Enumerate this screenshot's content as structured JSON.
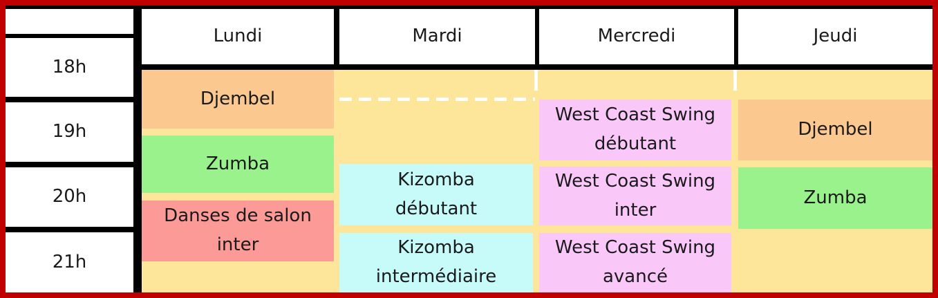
{
  "days": [
    "Lundi",
    "Mardi",
    "Mercredi",
    "Jeudi"
  ],
  "hours": [
    "18h",
    "19h",
    "20h",
    "21h"
  ],
  "classes": {
    "lundi_1": "Djembel",
    "lundi_2": "Zumba",
    "lundi_3": "Danses de salon inter",
    "mardi_1": "Kizomba débutant",
    "mardi_2": "Kizomba intermédiaire",
    "mercredi_1": "West Coast Swing débutant",
    "mercredi_2": "West Coast Swing inter",
    "mercredi_3": "West Coast Swing avancé",
    "jeudi_1": "Djembel",
    "jeudi_2": "Zumba"
  },
  "colors": {
    "border": "#c00000",
    "background_zone": "#fde59a",
    "djembel": "#fbc890",
    "zumba": "#99f28c",
    "danses_salon": "#fb9a96",
    "kizomba": "#c7fbfa",
    "west_coast_swing": "#f9c8f8"
  }
}
